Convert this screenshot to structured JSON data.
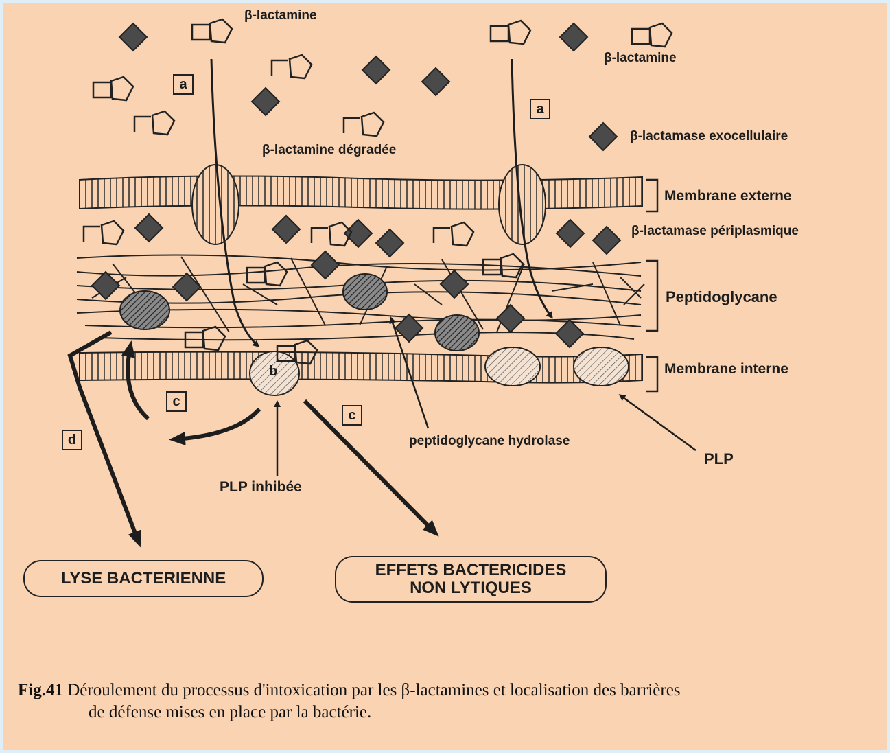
{
  "diagram": {
    "labels": {
      "beta_lactamine_top": "β-lactamine",
      "beta_lactamine_right": "β-lactamine",
      "beta_lactamine_degradee": "β-lactamine dégradée",
      "beta_lactamase_exocellulaire": "β-lactamase exocellulaire",
      "membrane_externe": "Membrane externe",
      "beta_lactamase_periplasmique": "β-lactamase périplasmique",
      "peptidoglycane": "Peptidoglycane",
      "membrane_interne": "Membrane interne",
      "peptidoglycane_hydrolase": "peptidoglycane hydrolase",
      "plp": "PLP",
      "plp_inhibee": "PLP inhibée"
    },
    "step_markers": {
      "a_left": "a",
      "a_right": "a",
      "b": "b",
      "c_left": "c",
      "c_right": "c",
      "d": "d"
    },
    "outcomes": {
      "lyse": "LYSE BACTERIENNE",
      "effets_line1": "EFFETS BACTERICIDES",
      "effets_line2": "NON LYTIQUES"
    }
  },
  "caption": {
    "fig_label": "Fig.41",
    "line1": "Déroulement du processus d'intoxication par les β-lactamines et localisation des barrières",
    "line2": "de défense mises en place par la bactérie."
  },
  "colors": {
    "background": "#f9d3b2",
    "frame": "#dfeef7",
    "ink": "#1d1d1d",
    "enzyme_fill": "#4a4a4a"
  }
}
